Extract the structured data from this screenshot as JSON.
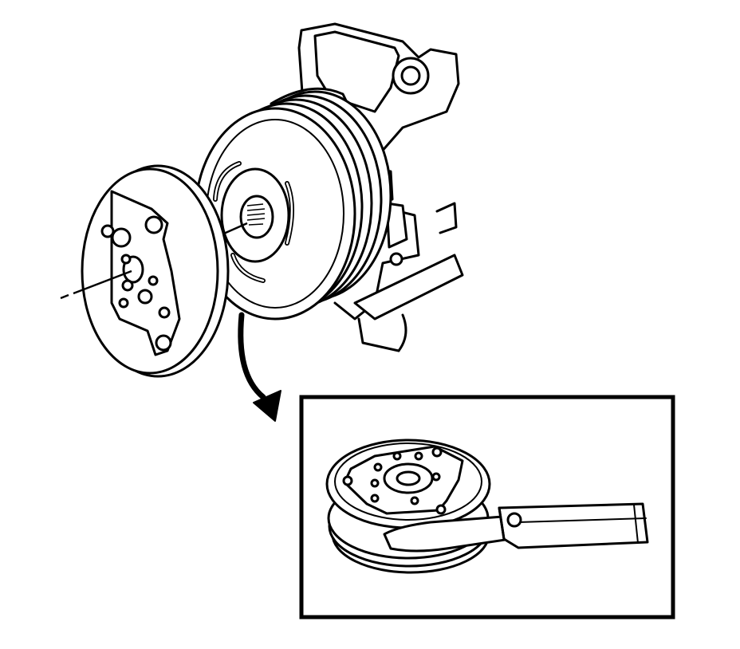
{
  "figure": {
    "kind": "exploded-view line drawing",
    "colors": {
      "ink": "#000000",
      "paper": "#ffffff"
    },
    "callout_arrow": "curved-arrow-down-right",
    "detail_inset": {
      "frame": "thick-rectangle"
    }
  }
}
